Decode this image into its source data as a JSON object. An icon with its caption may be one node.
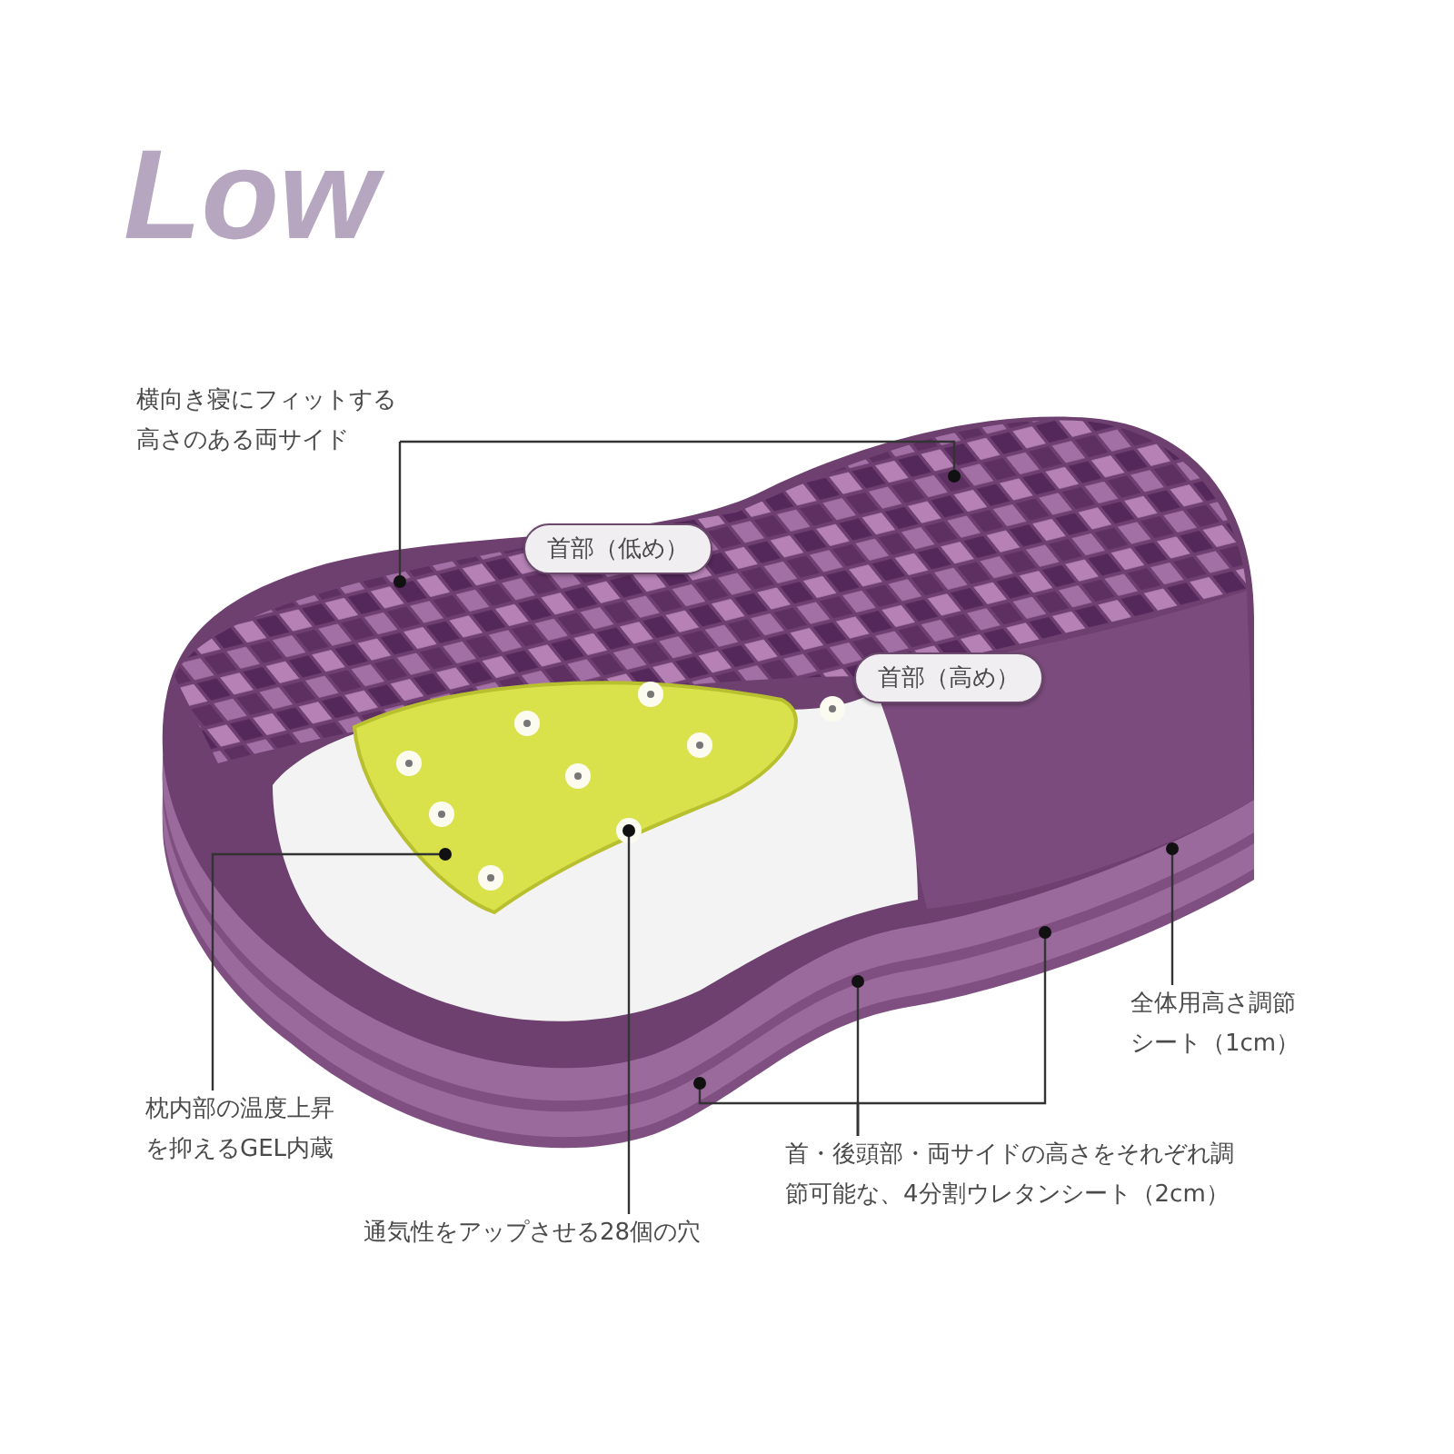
{
  "diagram": {
    "title": "Low",
    "nodes": [
      {
        "text": [
          "首部（低め）"
        ]
      },
      {
        "text": [
          "首部（高め）"
        ]
      },
      {
        "text": [
          "横向き寝にフィットする高さのある両サイド"
        ]
      },
      {
        "text": [
          "全体用高さ調節シート（1cm）"
        ]
      },
      {
        "text": [
          "首・後頭部・両サイドの高さをそれぞれ調節可能な、4分割ウレタンシート（2cm）"
        ]
      },
      {
        "text": [
          "枕内部の温度上昇を抑えるGEL内蔵"
        ]
      },
      {
        "text": [
          "通気性をアップさせる28個の穴"
        ]
      }
    ],
    "edges": [
      {
        "from": 2,
        "to": null,
        "arrow": "other"
      },
      {
        "from": 2,
        "to": null,
        "arrow": "other"
      },
      {
        "from": 3,
        "to": null,
        "arrow": "other"
      },
      {
        "from": 4,
        "to": null,
        "arrow": "other"
      },
      {
        "from": 4,
        "to": null,
        "arrow": "other"
      },
      {
        "from": 4,
        "to": null,
        "arrow": "other"
      },
      {
        "from": 5,
        "to": null,
        "arrow": "other"
      },
      {
        "from": 6,
        "to": null,
        "arrow": "other"
      }
    ]
  }
}
